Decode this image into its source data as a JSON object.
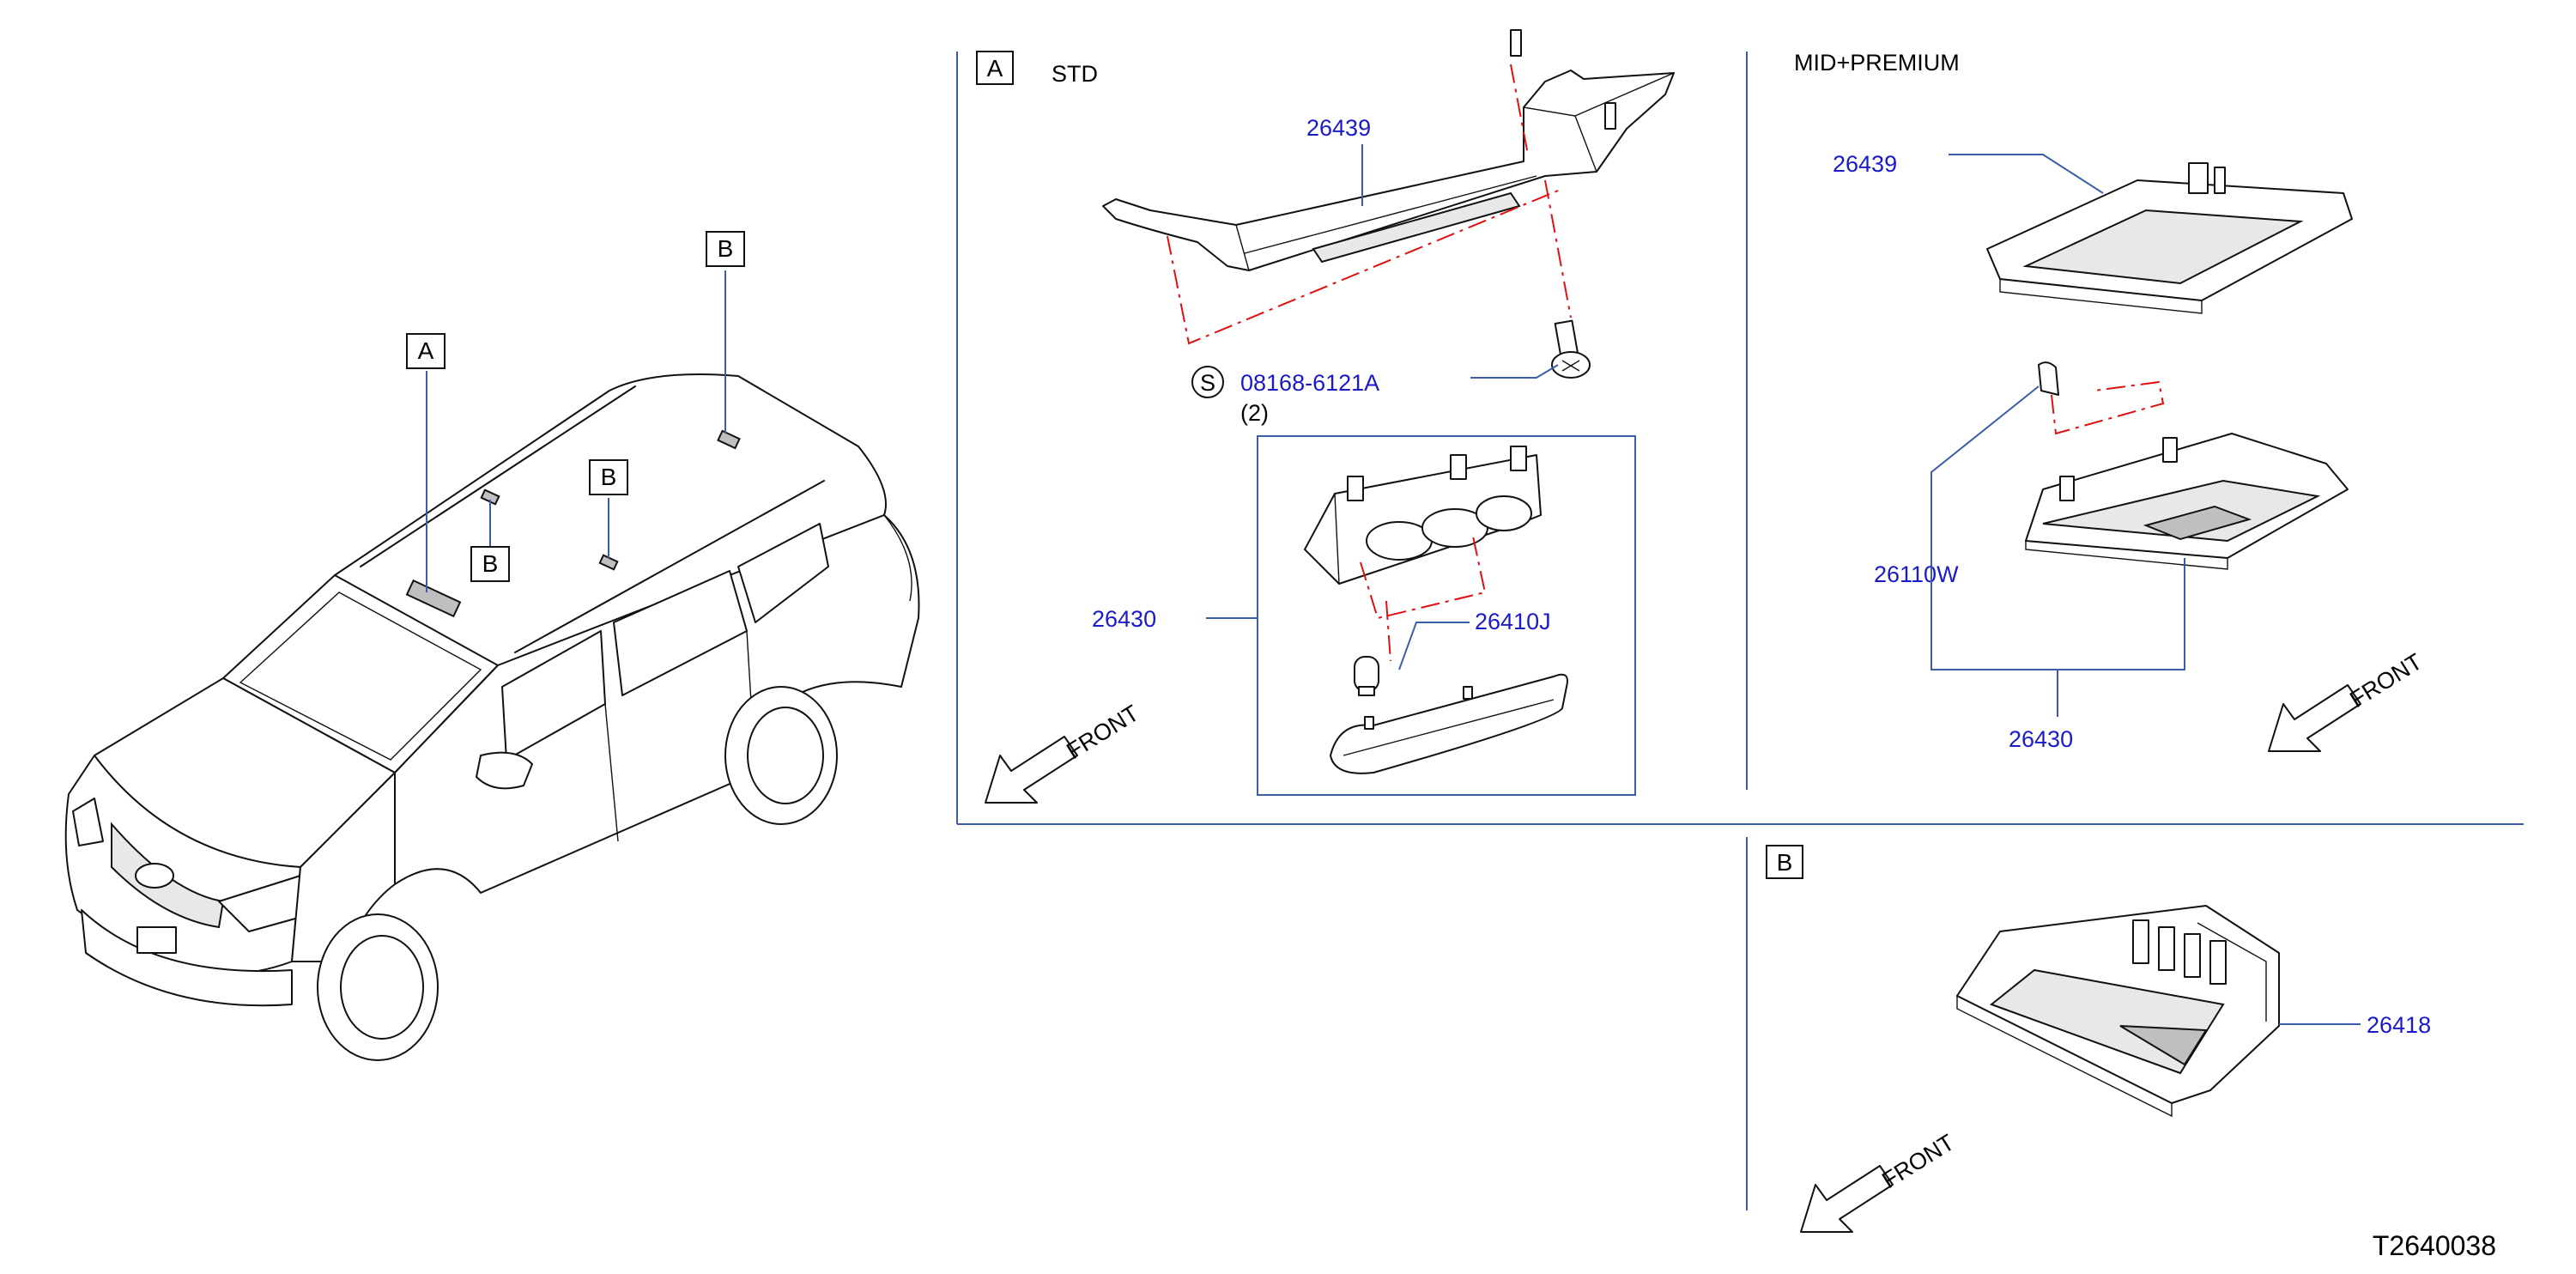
{
  "vehicle_callouts": {
    "a": "A",
    "b1": "B",
    "b2": "B",
    "b3": "B"
  },
  "panel_std": {
    "letter": "A",
    "title": "STD",
    "part_bracket": "26439",
    "part_screw": "08168-6121A",
    "screw_symbol": "S",
    "screw_qty": "(2)",
    "part_lamp": "26430",
    "part_bulb": "26410J",
    "front": "FRONT"
  },
  "panel_mid": {
    "title": "MID+PREMIUM",
    "part_housing": "26439",
    "part_lens": "26110W",
    "part_lamp": "26430",
    "front": "FRONT"
  },
  "panel_b": {
    "letter": "B",
    "part_lamp": "26418",
    "front": "FRONT"
  },
  "diagram_code": "T2640038",
  "colors": {
    "part_number": "#1a1acc",
    "frame": "#3a5ea8",
    "centerline": "#e01010"
  }
}
